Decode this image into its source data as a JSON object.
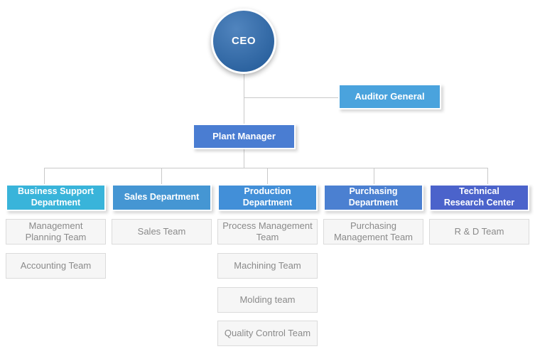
{
  "colors": {
    "ceo": "#2566ae",
    "auditor": "#4aa3dd",
    "plant_manager": "#4a7dd2",
    "connector": "#c9c9c9",
    "team_bg": "#f6f6f6",
    "team_text": "#8a8a8a"
  },
  "nodes": {
    "ceo": {
      "label": "CEO"
    },
    "auditor": {
      "label": "Auditor General"
    },
    "plant_manager": {
      "label": "Plant Manager"
    }
  },
  "departments": [
    {
      "label": "Business Support\nDepartment",
      "color": "#39b4da",
      "teams": [
        "Management\nPlanning Team",
        "Accounting Team"
      ]
    },
    {
      "label": "Sales Department",
      "color": "#4596d3",
      "teams": [
        "Sales Team"
      ]
    },
    {
      "label": "Production Department",
      "color": "#428fd8",
      "teams": [
        "Process Management\nTeam",
        "Machining Team",
        "Molding team",
        "Quality Control Team"
      ]
    },
    {
      "label": "Purchasing Department",
      "color": "#4b80d1",
      "teams": [
        "Purchasing\nManagement Team"
      ]
    },
    {
      "label": "Technical\nResearch Center",
      "color": "#4b63cb",
      "teams": [
        "R & D Team"
      ]
    }
  ]
}
